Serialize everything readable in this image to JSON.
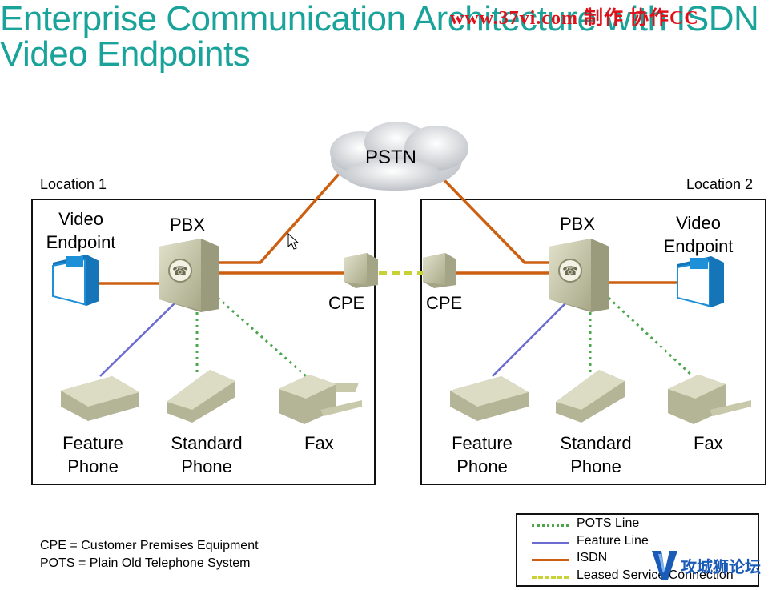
{
  "title": {
    "line1": "Enterprise Communication Architecture with ISDN",
    "line2": "Video Endpoints"
  },
  "watermark": "www.37vi.com 制作  协作CC",
  "cloud_label": "PSTN",
  "locations": {
    "left": {
      "name": "Location 1",
      "video_endpoint": [
        "Video",
        "Endpoint"
      ],
      "pbx": "PBX",
      "cpe": "CPE",
      "feature_phone": [
        "Feature",
        "Phone"
      ],
      "standard_phone": [
        "Standard",
        "Phone"
      ],
      "fax": "Fax"
    },
    "right": {
      "name": "Location 2",
      "video_endpoint": [
        "Video",
        "Endpoint"
      ],
      "pbx": "PBX",
      "cpe": "CPE",
      "feature_phone": [
        "Feature",
        "Phone"
      ],
      "standard_phone": [
        "Standard",
        "Phone"
      ],
      "fax": "Fax"
    }
  },
  "notes": [
    "CPE = Customer Premises Equipment",
    "POTS = Plain Old Telephone System"
  ],
  "legend": [
    {
      "label": "POTS Line",
      "style": "dotted",
      "color": "#4ca64c"
    },
    {
      "label": "Feature Line",
      "style": "solid",
      "color": "#6b6bd1"
    },
    {
      "label": "ISDN",
      "style": "solid",
      "color": "#cc6010"
    },
    {
      "label": "Leased Service Connection",
      "style": "dashed",
      "color": "#c8d234"
    }
  ],
  "logo_text": "攻城狮论坛",
  "colors": {
    "title": "#1aa39a",
    "isdn": "#cc6010",
    "pots": "#4ca64c",
    "feature": "#6b6bd1",
    "leased": "#c8d234",
    "device": "#c8c8a8",
    "endpoint": "#1e90d8"
  }
}
